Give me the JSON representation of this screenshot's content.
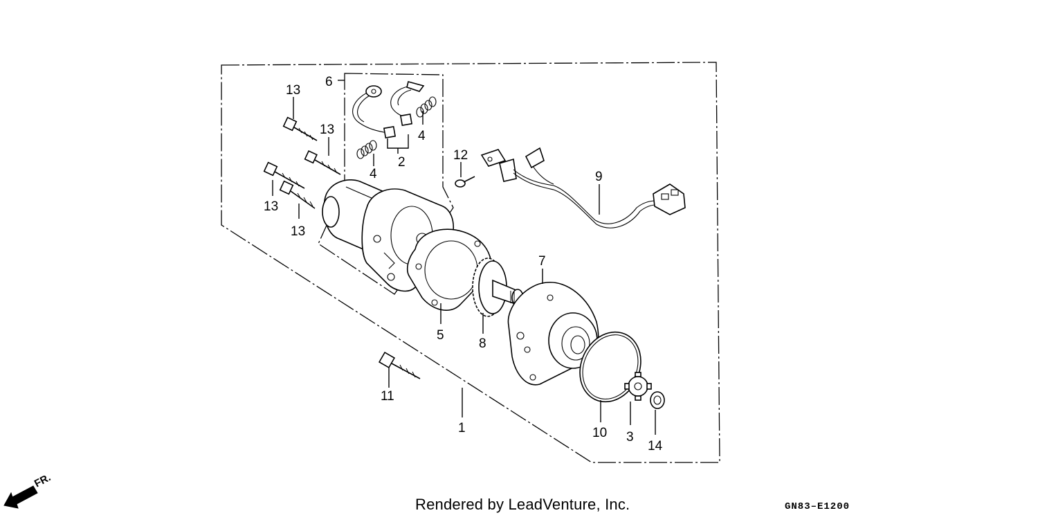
{
  "diagram": {
    "callouts": [
      "1",
      "2",
      "3",
      "4",
      "4",
      "5",
      "6",
      "7",
      "8",
      "9",
      "10",
      "11",
      "12",
      "13",
      "13",
      "13",
      "13",
      "14"
    ],
    "direction_marker": "FR.",
    "credit": "Rendered by LeadVenture, Inc.",
    "drawing_code": "GN83–E1200"
  }
}
